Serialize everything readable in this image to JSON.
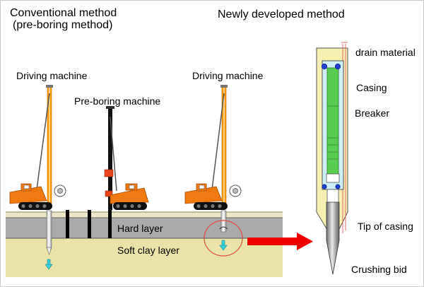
{
  "titles": {
    "conventional": "Conventional method",
    "conventional_sub": "(pre-boring method)",
    "new": "Newly developed method"
  },
  "machines": {
    "driving_left": "Driving machine",
    "pre_boring": "Pre-boring machine",
    "driving_right": "Driving machine"
  },
  "layers": {
    "hard": "Hard layer",
    "soft": "Soft clay layer"
  },
  "parts": {
    "drain": "drain material",
    "casing": "Casing",
    "breaker": "Breaker",
    "tip": "Tip of casing",
    "bit": "Crushing bid"
  },
  "colors": {
    "ground_top": "#ebe6c8",
    "hard_layer": "#aaaaaa",
    "soft_clay": "#e9e3a8",
    "machine_orange": "#f07a12",
    "machine_red": "#e8451d",
    "leader_orange": "#ff9a00",
    "arrow_red": "#ee0000",
    "casing_cyan": "#cfeff7",
    "breaker_green": "#58cc50"
  }
}
